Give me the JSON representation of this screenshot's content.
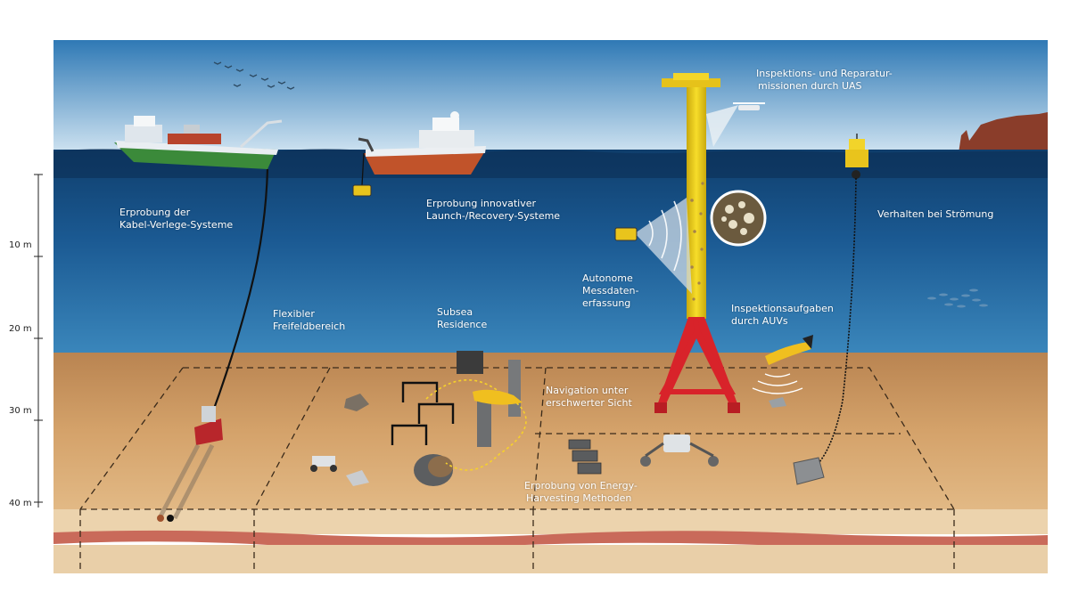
{
  "labels": {
    "uas": [
      "Inspektions- und Reparatur-",
      "missionen durch UAS"
    ],
    "cable": [
      "Erprobung der",
      "Kabel-Verlege-Systeme"
    ],
    "launch": [
      "Erprobung innovativer",
      "Launch-/Recovery-Systeme"
    ],
    "current": [
      "Verhalten bei Strömung"
    ],
    "autonomous": [
      "Autonome",
      "Messdaten-",
      "erfassung"
    ],
    "flex": [
      "Flexibler",
      "Freifeldbereich"
    ],
    "subsea": [
      "Subsea",
      "Residence"
    ],
    "auv": [
      "Inspektionsaufgaben",
      "durch AUVs"
    ],
    "navigation": [
      "Navigation unter",
      "erschwerter Sicht"
    ],
    "energy": [
      "Erprobung von Energy-",
      "Harvesting Methoden"
    ]
  },
  "depth_scale": [
    "10 m",
    "20 m",
    "30 m",
    "40 m"
  ],
  "colors": {
    "sky_top": "#2f79b5",
    "sky_bottom": "#cfe3f1",
    "water_top": "#0f3e6c",
    "water_bottom": "#2e78b0",
    "sand": "#c9935a",
    "tower": "#f2d21a",
    "tower_base": "#d8232a",
    "seabed_layer": "#c96a5a"
  }
}
